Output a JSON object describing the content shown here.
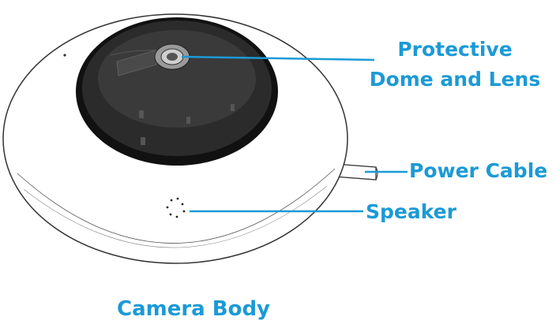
{
  "labels": {
    "dome": {
      "line1": "Protective",
      "line2": "Dome and Lens"
    },
    "power_cable": "Power Cable",
    "speaker": "Speaker",
    "camera_body": "Camera Body"
  },
  "colors": {
    "label": "#1b9ad6",
    "leader_line": "#1b9ad6",
    "dome": "#2b2b2b",
    "body": "#ffffff",
    "outline": "#333333"
  }
}
